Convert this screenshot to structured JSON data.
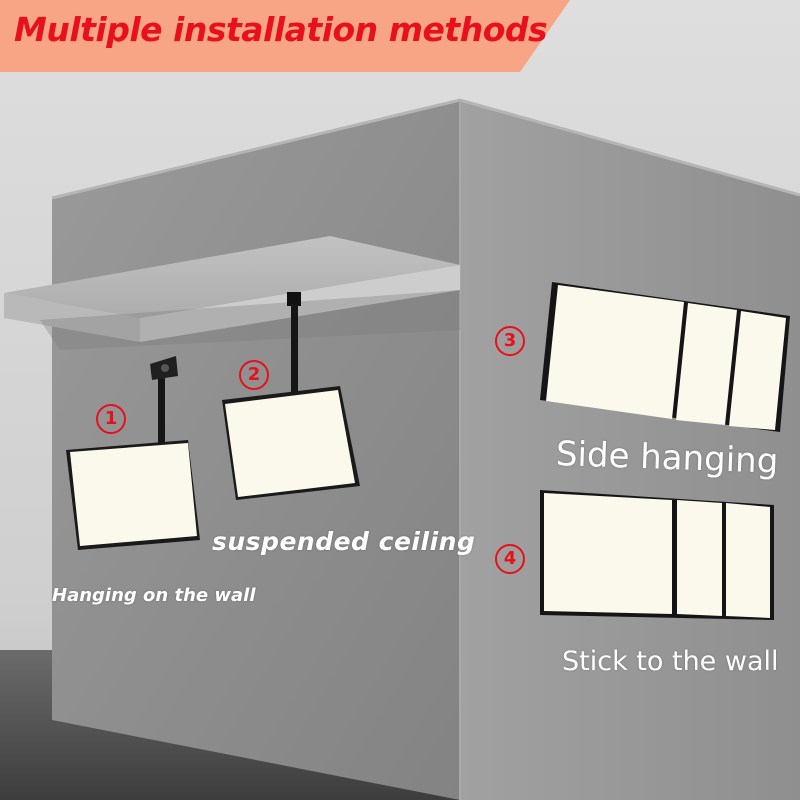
{
  "banner": {
    "title": "Multiple installation methods",
    "background_color": "#f7a584",
    "text_color": "#e8101a"
  },
  "methods": [
    {
      "number": "1",
      "caption": "Hanging on the wall"
    },
    {
      "number": "2",
      "caption": "suspended ceiling"
    },
    {
      "number": "3",
      "caption": "Side hanging"
    },
    {
      "number": "4",
      "caption": "Stick to the wall"
    }
  ],
  "colors": {
    "wall_front": "#8d8d8d",
    "wall_side": "#9a9a9a",
    "wall_top": "#a8a8a8",
    "floor": "#5a5a5a",
    "panel_face": "#fbf9ec",
    "panel_frame": "#1a1a1a",
    "accent_red": "#e8101a"
  }
}
